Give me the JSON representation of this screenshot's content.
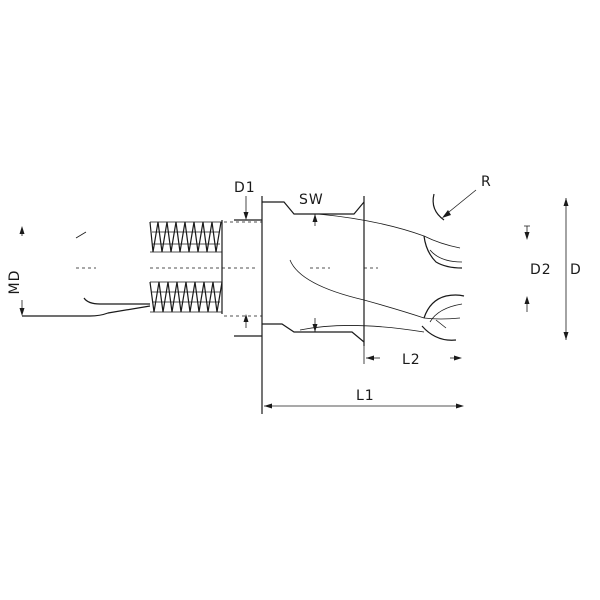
{
  "drawing": {
    "labels": {
      "md": "MD",
      "d1": "D1",
      "sw": "SW",
      "r": "R",
      "d2": "D2",
      "d": "D",
      "l2": "L2",
      "l1": "L1"
    },
    "colors": {
      "line": "#1a1a1a",
      "background": "#ffffff"
    }
  }
}
